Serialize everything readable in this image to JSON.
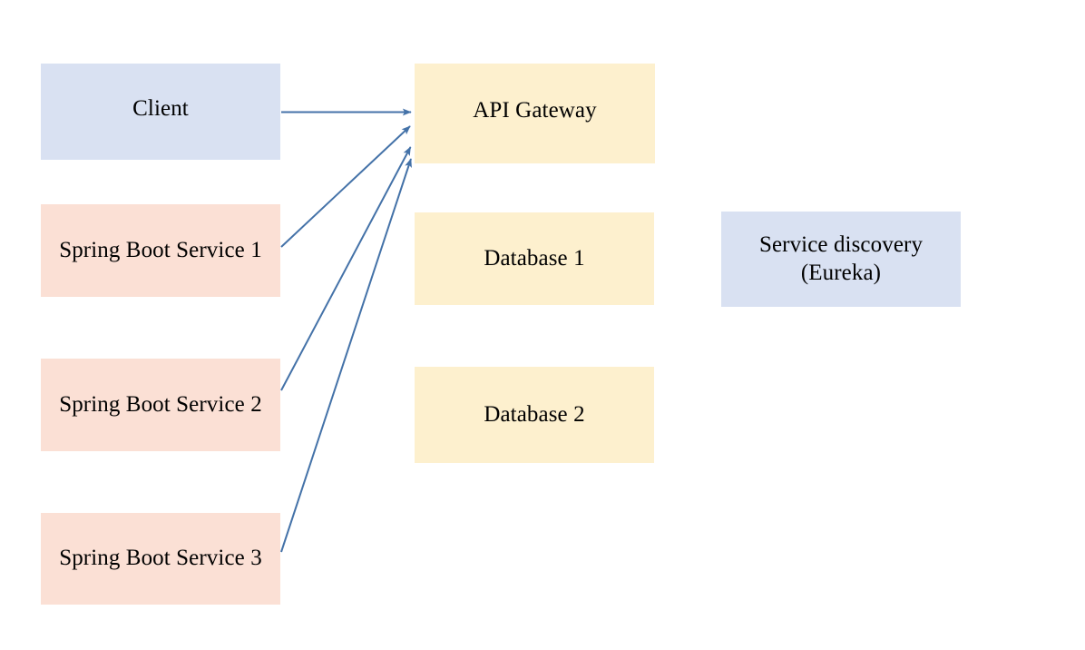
{
  "diagram": {
    "type": "architecture-block-diagram",
    "background_color": "#ffffff",
    "palette": {
      "blue_fill": "#d9e1f2",
      "peach_fill": "#fbe0d5",
      "cream_fill": "#fdf0ce",
      "connector_color": "#4472a8",
      "text_color": "#000000"
    },
    "nodes": [
      {
        "id": "client",
        "label": "Client",
        "fill": "#d9e1f2"
      },
      {
        "id": "service-1",
        "label": "Spring Boot Service 1",
        "fill": "#fbe0d5"
      },
      {
        "id": "service-2",
        "label": "Spring Boot Service 2",
        "fill": "#fbe0d5"
      },
      {
        "id": "service-3",
        "label": "Spring Boot Service 3",
        "fill": "#fbe0d5"
      },
      {
        "id": "api-gateway",
        "label": "API Gateway",
        "fill": "#fdf0ce"
      },
      {
        "id": "database-1",
        "label": "Database 1",
        "fill": "#fdf0ce"
      },
      {
        "id": "database-2",
        "label": "Database 2",
        "fill": "#fdf0ce"
      },
      {
        "id": "service-discovery",
        "label": "Service discovery\n(Eureka)",
        "fill": "#d9e1f2"
      }
    ],
    "connectors": [
      {
        "id": "client-to-api-gateway",
        "from": "client",
        "to": "api-gateway",
        "arrowhead": "target"
      },
      {
        "id": "service-1-to-api-gateway",
        "from": "service-1",
        "to": "api-gateway",
        "arrowhead": "target"
      },
      {
        "id": "service-2-to-api-gateway",
        "from": "service-2",
        "to": "api-gateway",
        "arrowhead": "target"
      },
      {
        "id": "service-3-to-api-gateway",
        "from": "service-3",
        "to": "api-gateway",
        "arrowhead": "target"
      }
    ]
  }
}
